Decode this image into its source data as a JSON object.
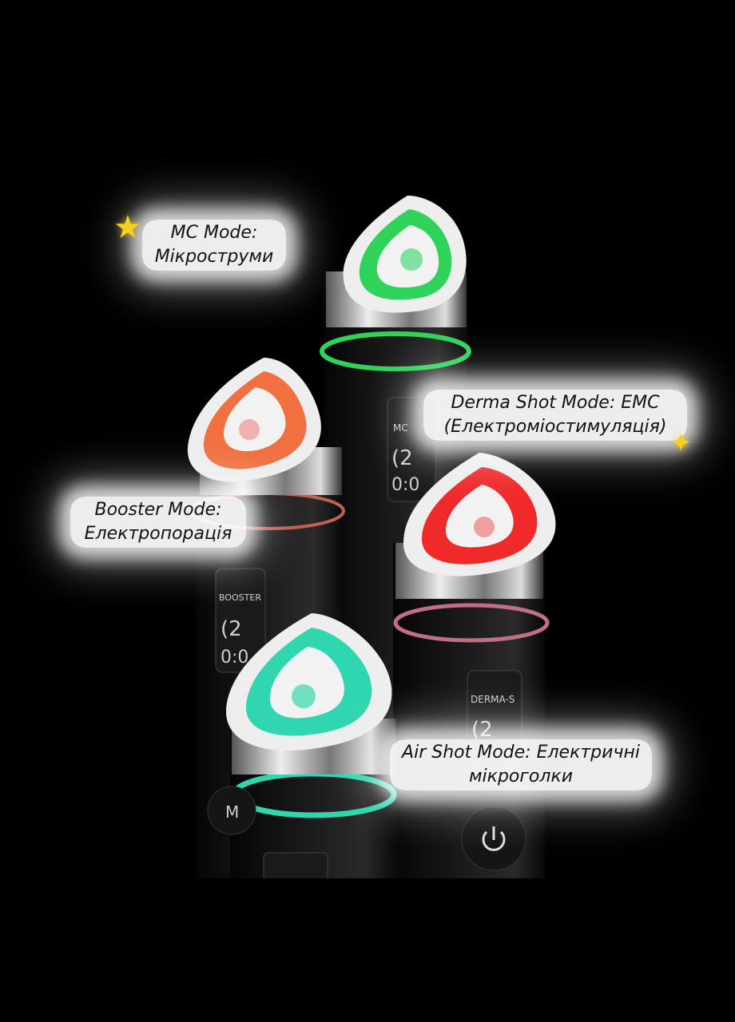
{
  "labels": {
    "mc": {
      "line1": "MC Mode:",
      "line2": "Мікроструми"
    },
    "derma": {
      "line1": "Derma Shot Mode: EMC",
      "line2": "(Електроміостимуляція)"
    },
    "booster": {
      "line1": "Booster Mode:",
      "line2": "Електропорація"
    },
    "air": {
      "line1": "Air Shot Mode: Електричні",
      "line2": "мікроголки"
    }
  },
  "screens": {
    "mc": {
      "mode": "MC",
      "level": "(2",
      "time": "0:0"
    },
    "booster": {
      "mode": "BOOSTER",
      "level": "(2",
      "time": "0:0"
    },
    "derma": {
      "mode": "DERMA-S",
      "level": "(2"
    },
    "air": {
      "mode": "M"
    }
  },
  "icons": [
    "star-icon",
    "power-icon"
  ],
  "colors": {
    "background": "#000000",
    "green": "#2fd35a",
    "orange": "#f07040",
    "red": "#f02a2a",
    "teal": "#2fd6b0",
    "star": "#f5d020"
  }
}
